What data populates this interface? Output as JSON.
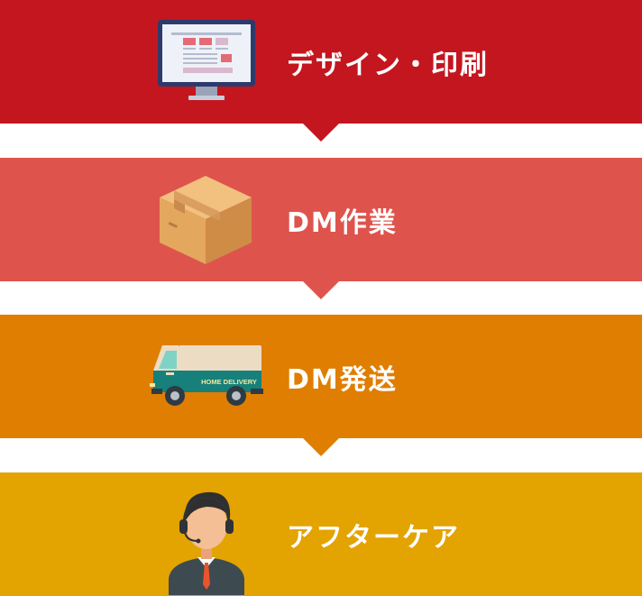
{
  "steps": [
    {
      "label": "デザイン・印刷",
      "icon": "monitor-icon",
      "color": "#c3161e"
    },
    {
      "label": "DM作業",
      "icon": "cardboard-box-icon",
      "color": "#de544d"
    },
    {
      "label": "DM発送",
      "icon": "delivery-truck-icon",
      "color": "#df7e00",
      "icon_text": "HOME DELIVERY"
    },
    {
      "label": "アフターケア",
      "icon": "support-operator-icon",
      "color": "#e3a300"
    }
  ]
}
